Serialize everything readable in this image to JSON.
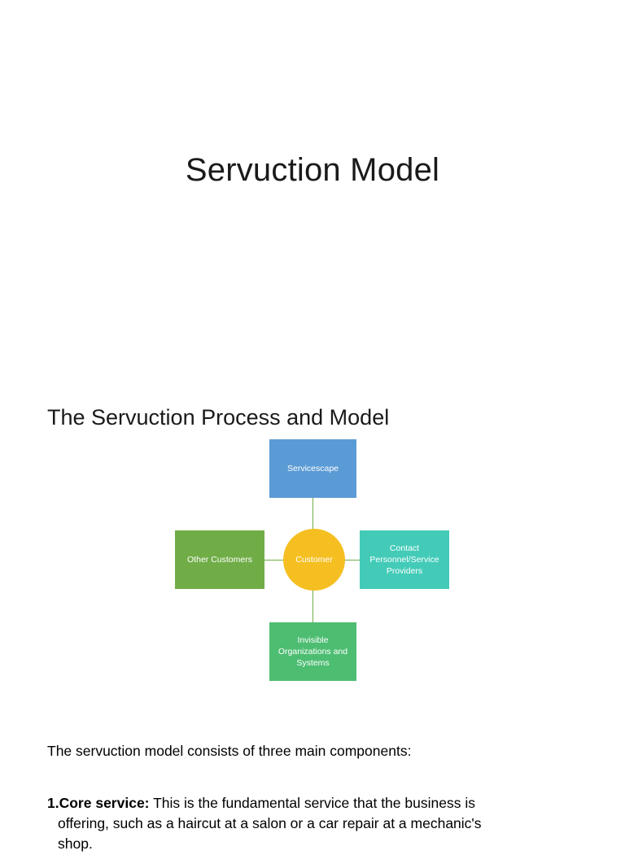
{
  "document": {
    "title": "Servuction Model",
    "section_heading": "The Servuction Process and Model",
    "intro_paragraph": "The servuction model consists of three main components:",
    "list_item_1": {
      "number": "1.",
      "label": "Core service:",
      "text_line_1": "This is the fundamental service that the business  is",
      "text_line_2": "offering, such as a haircut at a salon or a car repair at a mechanic's",
      "text_line_3": "shop."
    }
  },
  "diagram": {
    "nodes": {
      "servicescape": "Servicescape",
      "other_customers": "Other Customers",
      "customer": "Customer",
      "contact_personnel": "Contact Personnel/Service Providers",
      "invisible": "Invisible Organizations and Systems"
    },
    "colors": {
      "servicescape": "#5b9bd5",
      "other_customers": "#70ad47",
      "customer": "#f5bf22",
      "contact_personnel": "#43cbb8",
      "invisible": "#4dbd72",
      "connector": "#70ad47"
    }
  }
}
